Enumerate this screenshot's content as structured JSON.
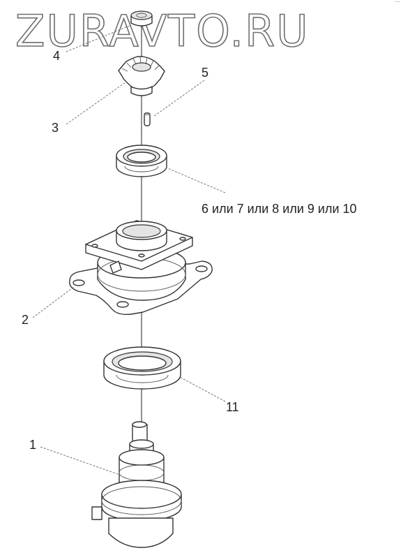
{
  "watermark": {
    "text": "ZURAVTO.RU"
  },
  "corner_mark": "¯¯",
  "callouts": [
    {
      "id": "4",
      "label": "4"
    },
    {
      "id": "3",
      "label": "3"
    },
    {
      "id": "5",
      "label": "5"
    },
    {
      "id": "6-10",
      "label": "6 или 7 или 8 или 9 или 10"
    },
    {
      "id": "2",
      "label": "2"
    },
    {
      "id": "11",
      "label": "11"
    },
    {
      "id": "1",
      "label": "1"
    }
  ]
}
